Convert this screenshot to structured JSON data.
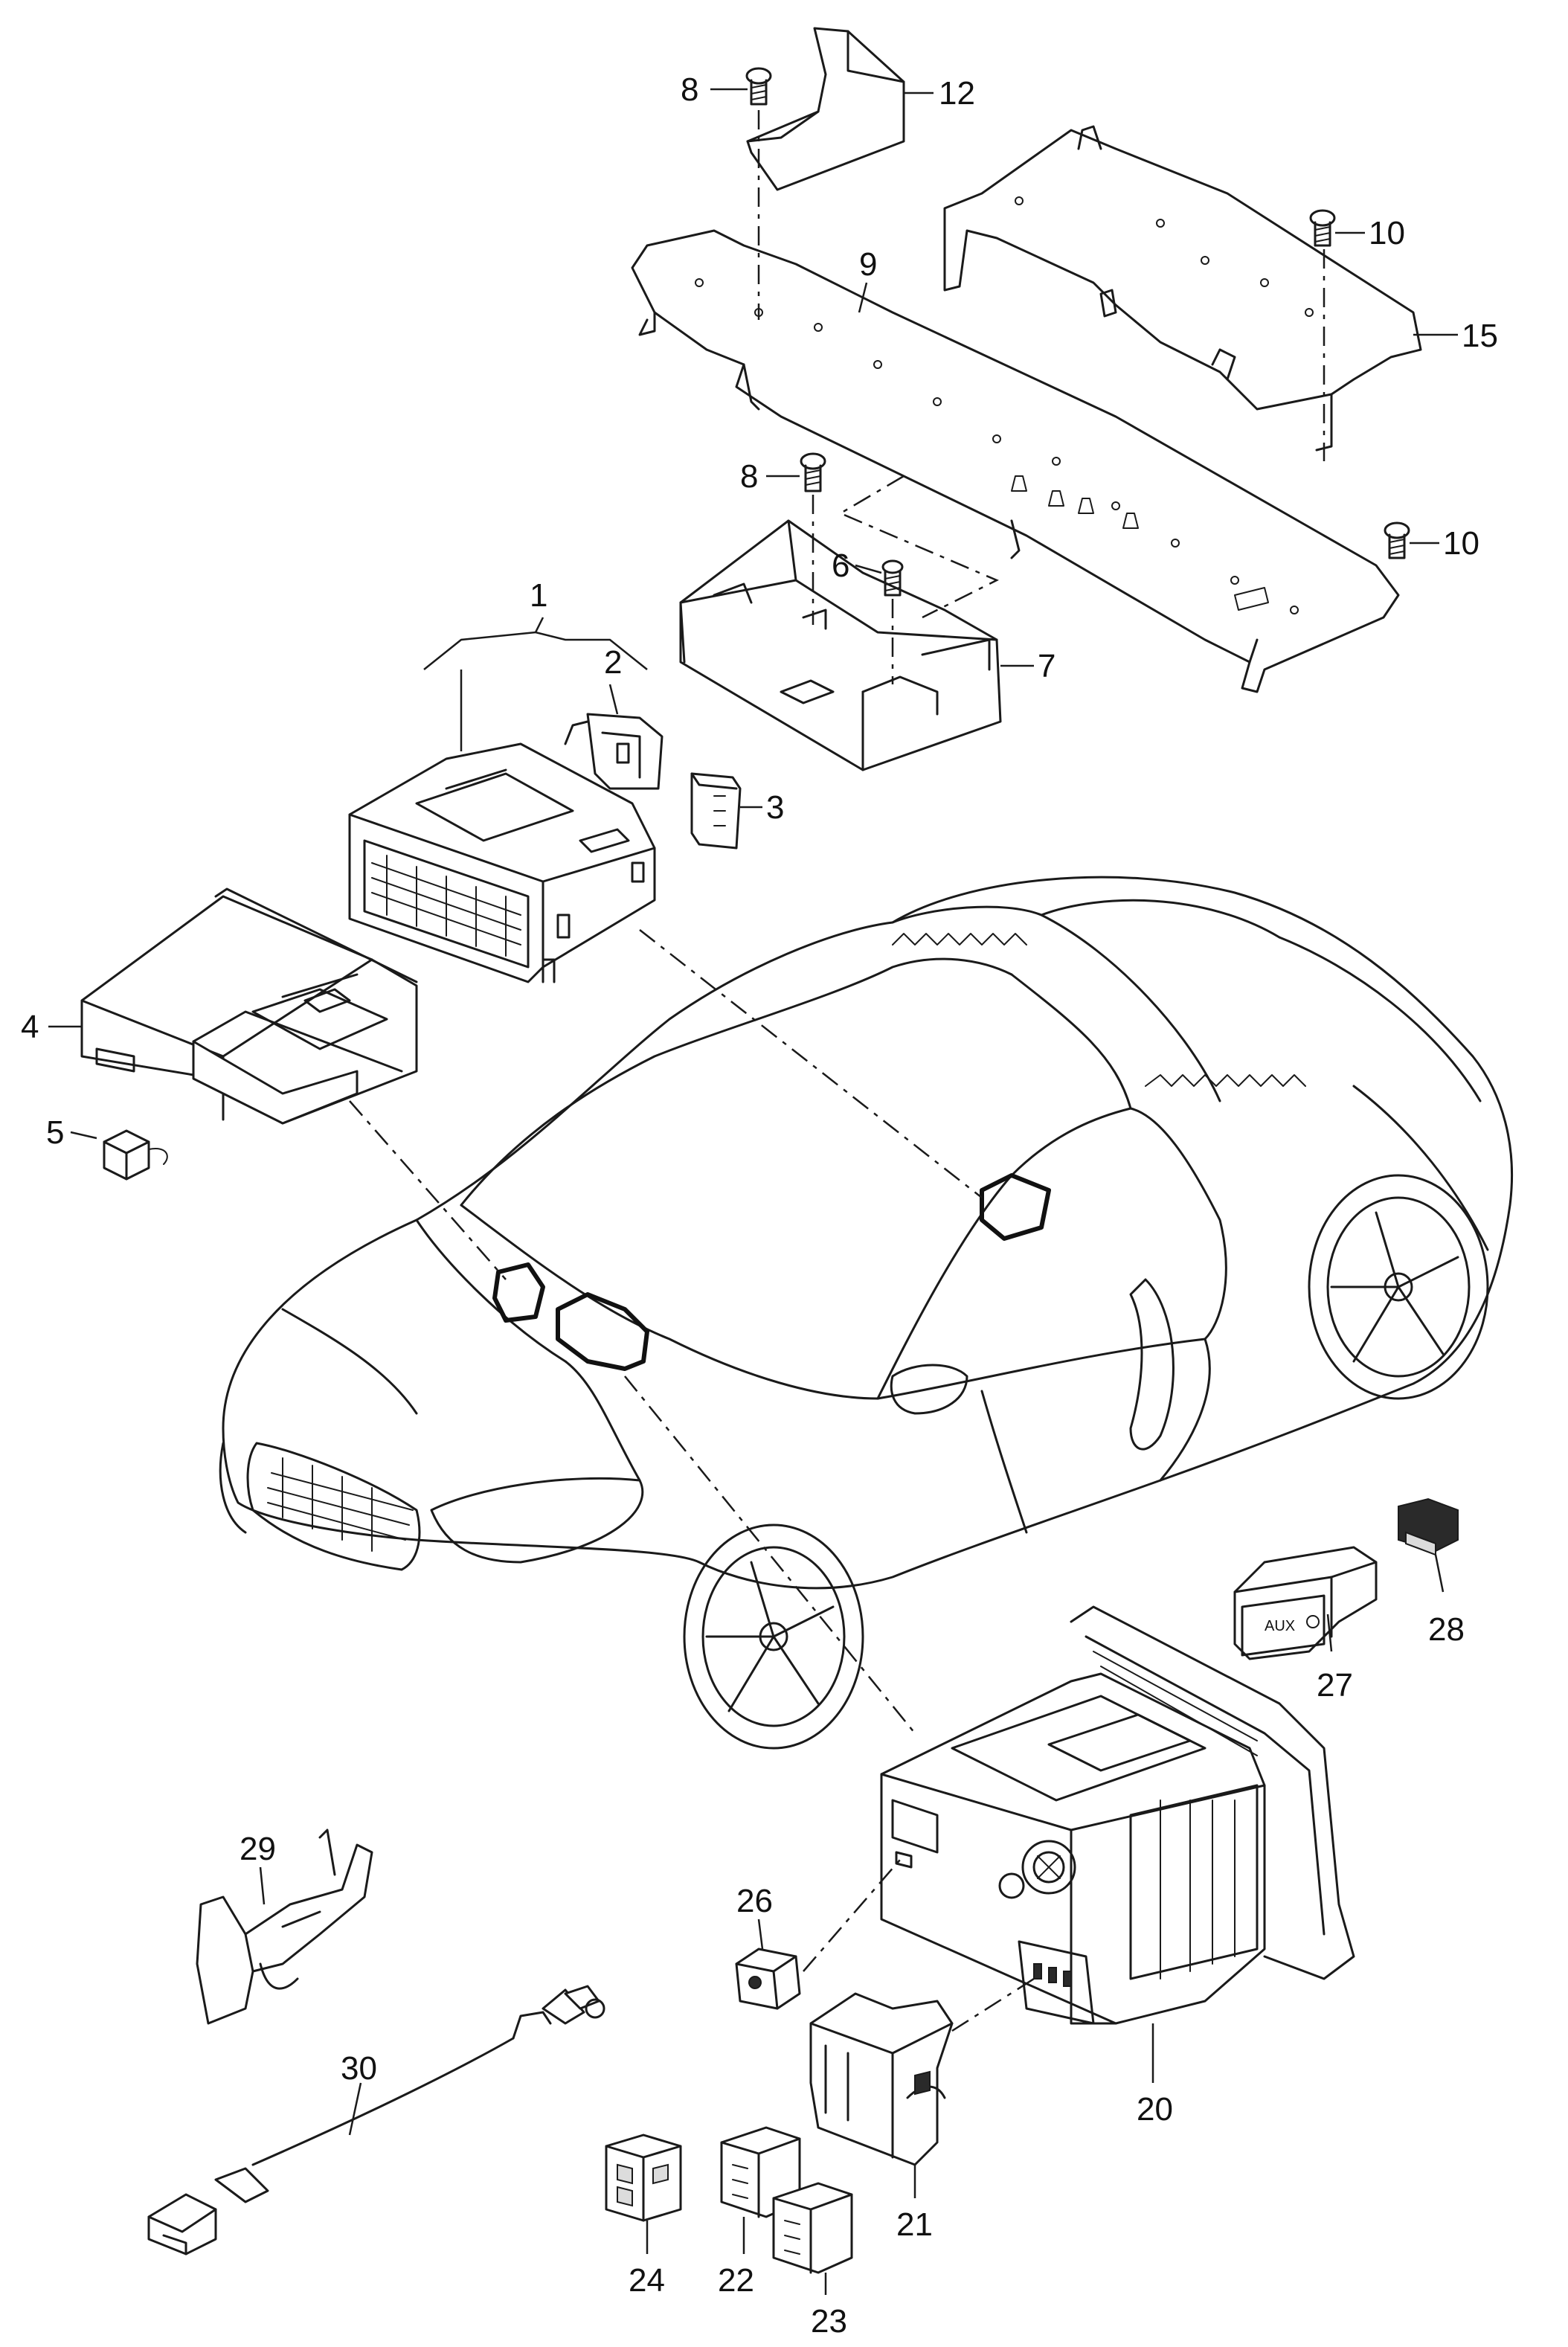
{
  "diagram": {
    "callouts": {
      "p1": "1",
      "p2": "2",
      "p3": "3",
      "p4": "4",
      "p5": "5",
      "p6": "6",
      "p7": "7",
      "p8a": "8",
      "p8b": "8",
      "p9": "9",
      "p10a": "10",
      "p10b": "10",
      "p12": "12",
      "p15": "15",
      "p20": "20",
      "p21": "21",
      "p22": "22",
      "p23": "23",
      "p24": "24",
      "p26": "26",
      "p27": "27",
      "p28": "28",
      "p29": "29",
      "p30": "30"
    },
    "aux_socket_label": "AUX"
  }
}
